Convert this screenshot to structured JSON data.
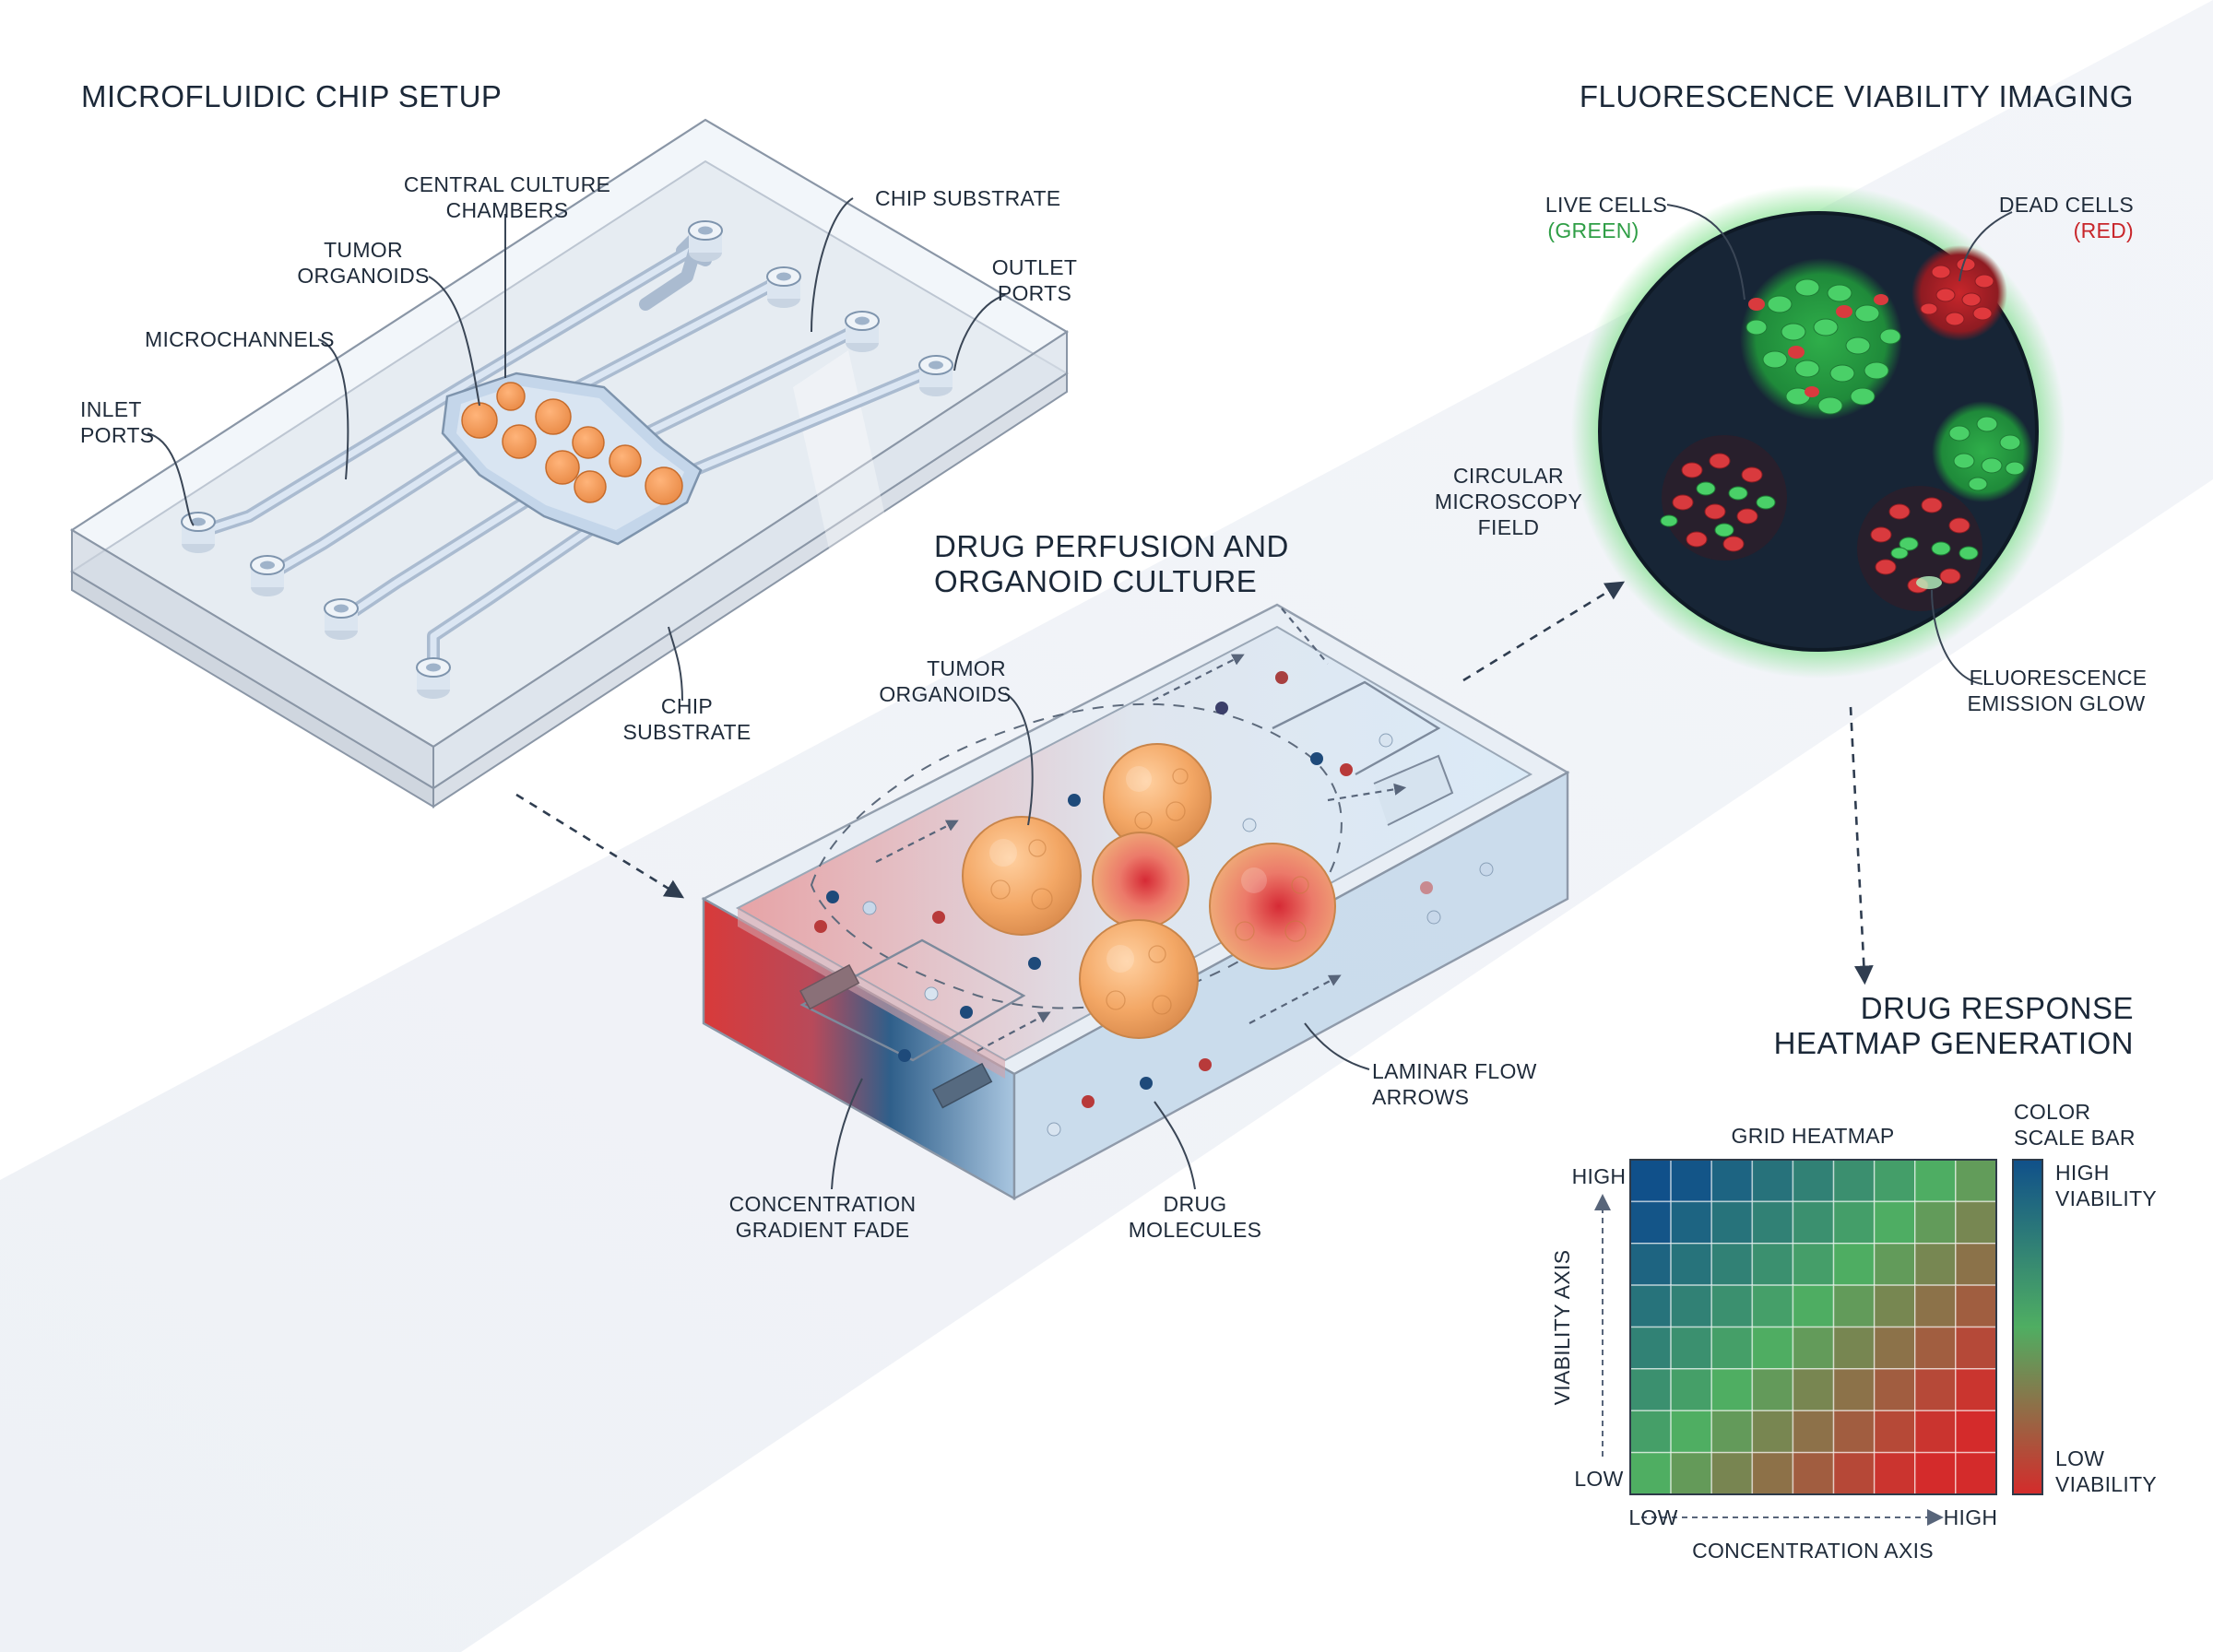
{
  "sections": {
    "chip_setup": "MICROFLUIDIC CHIP SETUP",
    "imaging": "FLUORESCENCE VIABILITY IMAGING",
    "perfusion_line1": "DRUG PERFUSION AND",
    "perfusion_line2": "ORGANOID CULTURE",
    "heatmap_line1": "DRUG RESPONSE",
    "heatmap_line2": "HEATMAP GENERATION"
  },
  "chip_labels": {
    "central_1": "CENTRAL CULTURE",
    "central_2": "CHAMBERS",
    "tumor_1": "TUMOR",
    "tumor_2": "ORGANOIDS",
    "microchannels": "MICROCHANNELS",
    "inlet_1": "INLET",
    "inlet_2": "PORTS",
    "substrate_top": "CHIP SUBSTRATE",
    "outlet_1": "OUTLET",
    "outlet_2": "PORTS",
    "substrate_bottom_1": "CHIP",
    "substrate_bottom_2": "SUBSTRATE"
  },
  "perfusion_labels": {
    "tumor_1": "TUMOR",
    "tumor_2": "ORGANOIDS",
    "laminar_1": "LAMINAR FLOW",
    "laminar_2": "ARROWS",
    "gradient_1": "CONCENTRATION",
    "gradient_2": "GRADIENT FADE",
    "drug_1": "DRUG",
    "drug_2": "MOLECULES"
  },
  "imaging_labels": {
    "live_1": "LIVE CELLS",
    "live_2": "(GREEN)",
    "dead_1": "DEAD CELLS",
    "dead_2": "(RED)",
    "field_1": "CIRCULAR",
    "field_2": "MICROSCOPY",
    "field_3": "FIELD",
    "glow_1": "FLUORESCENCE",
    "glow_2": "EMISSION GLOW"
  },
  "heatmap": {
    "grid_title": "GRID HEATMAP",
    "y_axis_label": "VIABILITY AXIS",
    "x_axis_label": "CONCENTRATION AXIS",
    "y_high": "HIGH",
    "y_low": "LOW",
    "x_low": "LOW",
    "x_high": "HIGH",
    "colorbar_title_1": "COLOR",
    "colorbar_title_2": "SCALE BAR",
    "colorbar_high_1": "HIGH",
    "colorbar_high_2": "VIABILITY",
    "colorbar_low_1": "LOW",
    "colorbar_low_2": "VIABILITY",
    "grid_rows": 8,
    "grid_cols": 9,
    "color_high": "#10508a",
    "color_mid": "#4fae62",
    "color_low": "#d42b2b"
  },
  "colors": {
    "live_green": "#2fae4a",
    "dead_red": "#c8262b",
    "organoid_orange": "#f2a062",
    "gradient_red": "#d83a3a",
    "gradient_blue": "#2f5f8a",
    "microscope_bg": "#172536"
  }
}
